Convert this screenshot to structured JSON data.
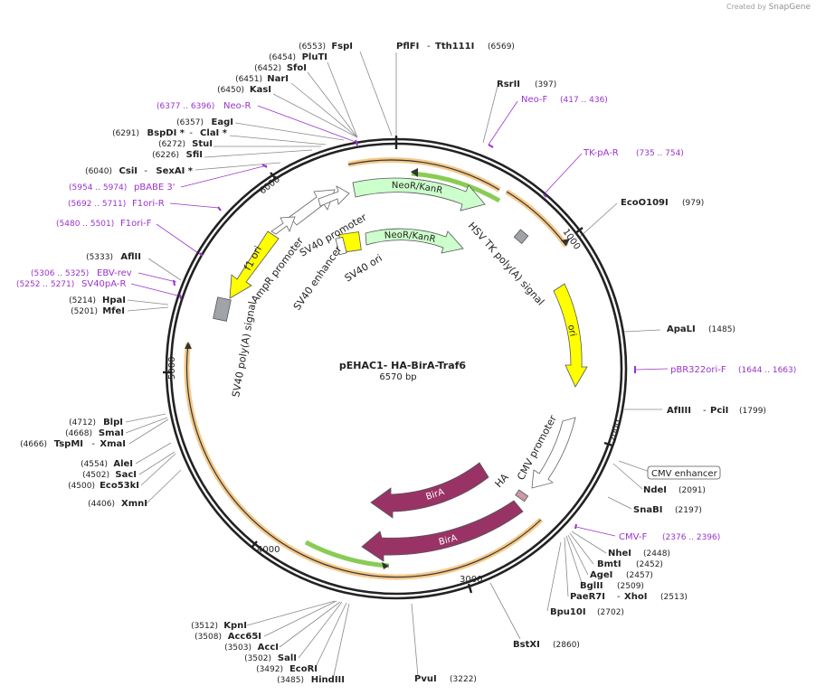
{
  "credit": {
    "prefix": "Created by",
    "brand": "SnapGene"
  },
  "plasmid": {
    "name": "pEHAC1- HA-BirA-Traf6",
    "size": "6570 bp",
    "total": 6570
  },
  "ticks": [
    "1000",
    "2000",
    "3000",
    "4000",
    "5000",
    "6000"
  ],
  "enzymes_right": [
    {
      "names": [
        "RsrII"
      ],
      "pos": "(397)"
    },
    {
      "names": [
        "EcoO109I"
      ],
      "pos": "(979)"
    },
    {
      "names": [
        "ApaLI"
      ],
      "pos": "(1485)"
    },
    {
      "names": [
        "AfIIII",
        "PciI"
      ],
      "pos": "(1799)"
    },
    {
      "names": [
        "NdeI"
      ],
      "pos": "(2091)"
    },
    {
      "names": [
        "SnaBI"
      ],
      "pos": "(2197)"
    },
    {
      "names": [
        "NheI"
      ],
      "pos": "(2448)"
    },
    {
      "names": [
        "BmtI"
      ],
      "pos": "(2452)"
    },
    {
      "names": [
        "AgeI"
      ],
      "pos": "(2457)"
    },
    {
      "names": [
        "BglII"
      ],
      "pos": "(2509)"
    },
    {
      "names": [
        "PaeR7I",
        "XhoI"
      ],
      "pos": "(2513)"
    },
    {
      "names": [
        "Bpu10I"
      ],
      "pos": "(2702)"
    },
    {
      "names": [
        "BstXI"
      ],
      "pos": "(2860)"
    },
    {
      "names": [
        "PvuI"
      ],
      "pos": "(3222)"
    }
  ],
  "enzymes_left": [
    {
      "names": [
        "FspI"
      ],
      "pos": "(6553)"
    },
    {
      "names": [
        "PluTI"
      ],
      "pos": "(6454)"
    },
    {
      "names": [
        "SfoI"
      ],
      "pos": "(6452)"
    },
    {
      "names": [
        "NarI"
      ],
      "pos": "(6451)"
    },
    {
      "names": [
        "KasI"
      ],
      "pos": "(6450)"
    },
    {
      "names": [
        "EagI"
      ],
      "pos": "(6357)"
    },
    {
      "names": [
        "BspDI *",
        "ClaI *"
      ],
      "pos": "(6291)"
    },
    {
      "names": [
        "StuI"
      ],
      "pos": "(6272)"
    },
    {
      "names": [
        "SfiI"
      ],
      "pos": "(6226)"
    },
    {
      "names": [
        "CsiI",
        "SexAI *"
      ],
      "pos": "(6040)"
    },
    {
      "names": [
        "AflII"
      ],
      "pos": "(5333)"
    },
    {
      "names": [
        "HpaI"
      ],
      "pos": "(5214)"
    },
    {
      "names": [
        "MfeI"
      ],
      "pos": "(5201)"
    },
    {
      "names": [
        "BlpI"
      ],
      "pos": "(4712)"
    },
    {
      "names": [
        "SmaI"
      ],
      "pos": "(4668)"
    },
    {
      "names": [
        "TspMI",
        "XmaI"
      ],
      "pos": "(4666)"
    },
    {
      "names": [
        "AleI"
      ],
      "pos": "(4554)"
    },
    {
      "names": [
        "SacI"
      ],
      "pos": "(4502)"
    },
    {
      "names": [
        "Eco53kI"
      ],
      "pos": "(4500)"
    },
    {
      "names": [
        "XmnI"
      ],
      "pos": "(4406)"
    },
    {
      "names": [
        "KpnI"
      ],
      "pos": "(3512)"
    },
    {
      "names": [
        "Acc65I"
      ],
      "pos": "(3508)"
    },
    {
      "names": [
        "AccI"
      ],
      "pos": "(3503)"
    },
    {
      "names": [
        "SalI"
      ],
      "pos": "(3502)"
    },
    {
      "names": [
        "EcoRI"
      ],
      "pos": "(3492)"
    },
    {
      "names": [
        "HindIII"
      ],
      "pos": "(3485)"
    }
  ],
  "enzyme_top": {
    "names": [
      "PflFI",
      "Tth111I"
    ],
    "pos": "(6569)"
  },
  "primers": [
    {
      "name": "Neo-R",
      "range": "(6377 .. 6396)"
    },
    {
      "name": "Neo-F",
      "range": "(417 .. 436)"
    },
    {
      "name": "TK-pA-R",
      "range": "(735 .. 754)"
    },
    {
      "name": "pBABE 3'",
      "range": "(5954 .. 5974)"
    },
    {
      "name": "F1ori-R",
      "range": "(5692 .. 5711)"
    },
    {
      "name": "F1ori-F",
      "range": "(5480 .. 5501)"
    },
    {
      "name": "EBV-rev",
      "range": "(5306 .. 5325)"
    },
    {
      "name": "SV40pA-R",
      "range": "(5252 .. 5271)"
    },
    {
      "name": "pBR322ori-F",
      "range": "(1644 .. 1663)"
    },
    {
      "name": "CMV-F",
      "range": "(2376 .. 2396)"
    }
  ],
  "features": {
    "neo1": "NeoR/KanR",
    "neo2": "NeoR/KanR",
    "sv40_promoter": "SV40 promoter",
    "sv40_enhancer": "SV40 enhancer",
    "sv40_ori": "SV40 ori",
    "hsv_tk": "HSV TK poly(A) signal",
    "ori": "ori",
    "f1_ori": "f1 ori",
    "ampr_promoter": "AmpR promoter",
    "sv40_polya": "SV40 poly(A) signal",
    "cmv_promoter": "CMV promoter",
    "cmv_enhancer": "CMV enhancer",
    "ha": "HA",
    "bira1": "BirA",
    "bira2": "BirA"
  },
  "colors": {
    "primer": "#9933cc",
    "neo": "#ccffcc",
    "ori": "#ffff00",
    "bira": "#993366",
    "orf": "#f0b050",
    "grey": "#a0a4a8"
  }
}
